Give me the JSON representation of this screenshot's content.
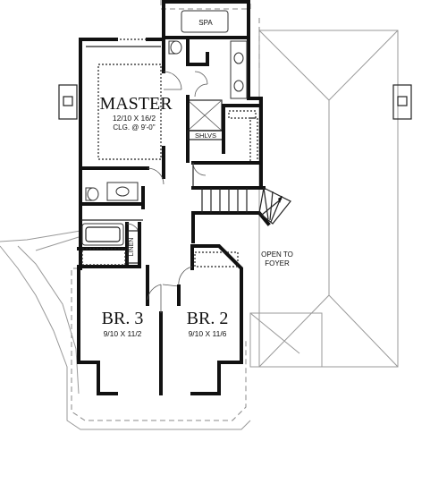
{
  "rooms": {
    "spa": "SPA",
    "master": {
      "name": "MASTER",
      "size": "12/10  X  16/2",
      "ceiling": "CLG. @ 9'-0\""
    },
    "shelves": "SHLVS",
    "linen": "LINEN",
    "br3": {
      "name": "BR. 3",
      "size": "9/10  X  11/2"
    },
    "br2": {
      "name": "BR. 2",
      "size": "9/10  X  11/6"
    },
    "open_to_foyer": {
      "line1": "OPEN TO",
      "line2": "FOYER"
    }
  }
}
